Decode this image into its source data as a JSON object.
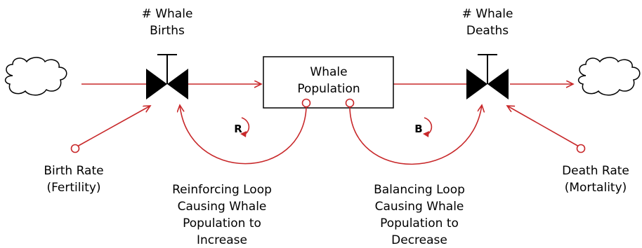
{
  "labels": {
    "births_line1": "# Whale",
    "births_line2": "Births",
    "deaths_line1": "# Whale",
    "deaths_line2": "Deaths",
    "stock_line1": "Whale",
    "stock_line2": "Population",
    "birth_rate_line1": "Birth Rate",
    "birth_rate_line2": "(Fertility)",
    "death_rate_line1": "Death Rate",
    "death_rate_line2": "(Mortality)",
    "reinforcing_loop_marker": "R",
    "balancing_loop_marker": "B",
    "reinforcing_line1": "Reinforcing Loop",
    "reinforcing_line2": "Causing Whale",
    "reinforcing_line3": "Population to",
    "reinforcing_line4": "Increase",
    "balancing_line1": "Balancing Loop",
    "balancing_line2": "Causing Whale",
    "balancing_line3": "Population to",
    "balancing_line4": "Decrease"
  },
  "colors": {
    "link": "#c8282a",
    "valve": "#000000",
    "stock_border": "#000000"
  }
}
